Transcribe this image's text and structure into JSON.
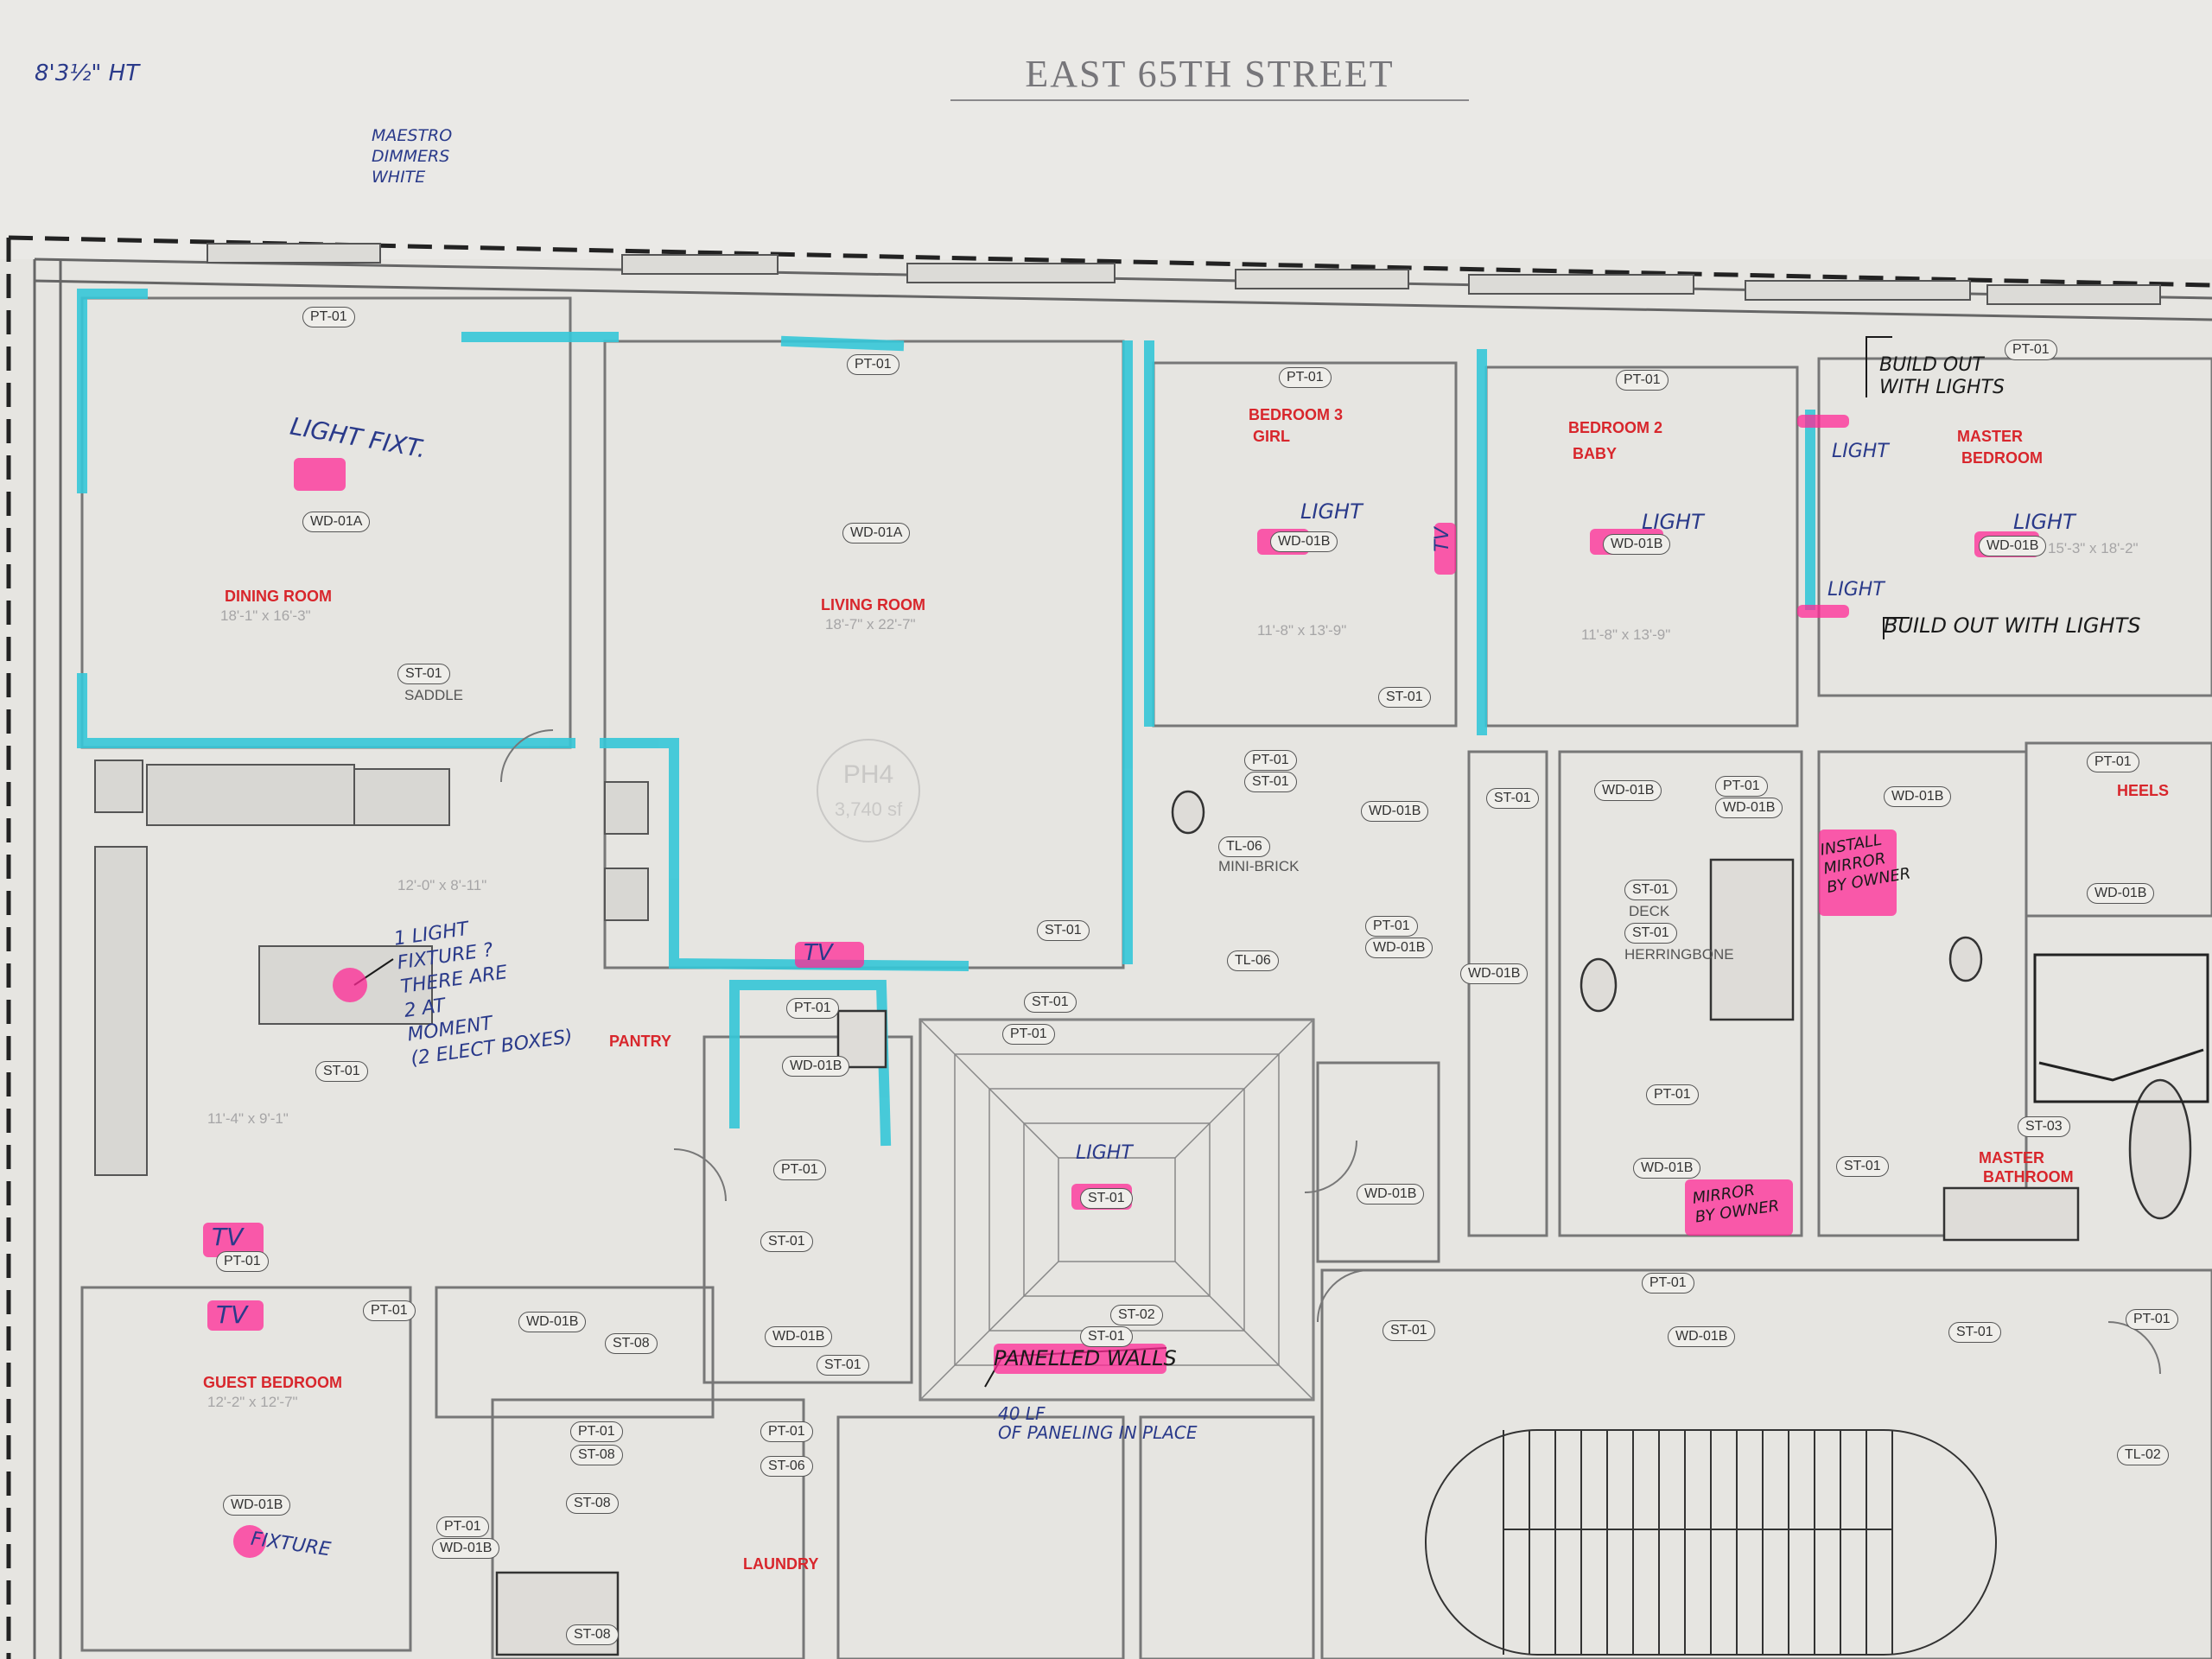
{
  "sheet": {
    "street_title": "EAST 65TH STREET",
    "ceiling_note": "8'3½\" HT",
    "dimmer_note": [
      "MAESTRO",
      "DIMMERS",
      "WHITE"
    ],
    "unit_stamp": {
      "unit": "PH4",
      "area": "3,740 sf"
    }
  },
  "rooms": [
    {
      "name": "DINING ROOM",
      "dims": "18'-1\" x 16'-3\""
    },
    {
      "name": "LIVING ROOM",
      "dims": "18'-7\" x 22'-7\""
    },
    {
      "name": "BEDROOM 3",
      "sub": "GIRL",
      "dims": "11'-8\" x 13'-9\""
    },
    {
      "name": "BEDROOM 2",
      "sub": "BABY",
      "dims": "11'-8\" x 13'-9\""
    },
    {
      "name": "MASTER",
      "sub": "BEDROOM",
      "dims": "15'-3\" x 18'-2\""
    },
    {
      "name": "GUEST BEDROOM",
      "dims": "12'-2\" x 12'-7\""
    },
    {
      "name": "PANTRY"
    },
    {
      "name": "LAUNDRY"
    },
    {
      "name": "MASTER",
      "sub": "BATHROOM"
    },
    {
      "name": "HEELS"
    }
  ],
  "kitchen": {
    "dims": "12'-0\" x 8'-11\"",
    "dims2": "11'-4\" x 9'-1\""
  },
  "handnotes": {
    "light_fixt": "LIGHT FIXT.",
    "light": "LIGHT",
    "tv": "TV",
    "build_out_top": [
      "BUILD OUT",
      "WITH LIGHTS"
    ],
    "build_out_bottom": "BUILD OUT WITH LIGHTS",
    "light_fixture_q": [
      "1 LIGHT",
      "FIXTURE ?",
      "THERE ARE",
      "2 AT",
      "MOMENT",
      "(2 ELECT BOXES)"
    ],
    "fixture": "FIXTURE",
    "panelled_walls": "PANELLED WALLS",
    "paneling_note": [
      "40 LF",
      "OF PANELING IN PLACE"
    ],
    "install_mirror": [
      "INSTALL",
      "MIRROR",
      "BY OWNER"
    ],
    "mirror_owner": [
      "MIRROR",
      "BY OWNER"
    ]
  },
  "tags": {
    "pt01": "PT-01",
    "st01": "ST-01",
    "st02": "ST-02",
    "st03": "ST-03",
    "st06": "ST-06",
    "st08": "ST-08",
    "tl06": "TL-06",
    "tl02": "TL-02",
    "wd01a": "WD-01A",
    "wd01b": "WD-01B",
    "saddle": "SADDLE",
    "mini_brick": "MINI-BRICK",
    "herringbone": "HERRINGBONE",
    "deck": "DECK"
  }
}
